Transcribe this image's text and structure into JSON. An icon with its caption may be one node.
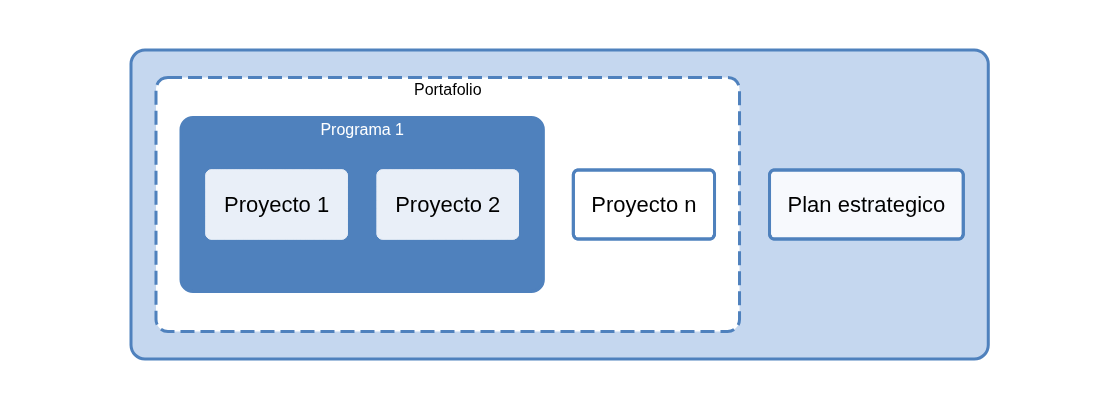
{
  "diagram": {
    "nodes": [
      {
        "text": [],
        "shape": "box"
      },
      {
        "text": [
          "Plan estrategico"
        ],
        "in": 0
      },
      {
        "text": [
          "Portafolio"
        ],
        "in": 0
      },
      {
        "text": [
          "Programa 1"
        ],
        "in": 2
      },
      {
        "text": [
          "Proyecto 1"
        ],
        "in": 3
      },
      {
        "text": [
          "Proyecto 2"
        ],
        "in": 3
      },
      {
        "text": [
          "Proyecto n"
        ],
        "in": 2
      }
    ]
  }
}
